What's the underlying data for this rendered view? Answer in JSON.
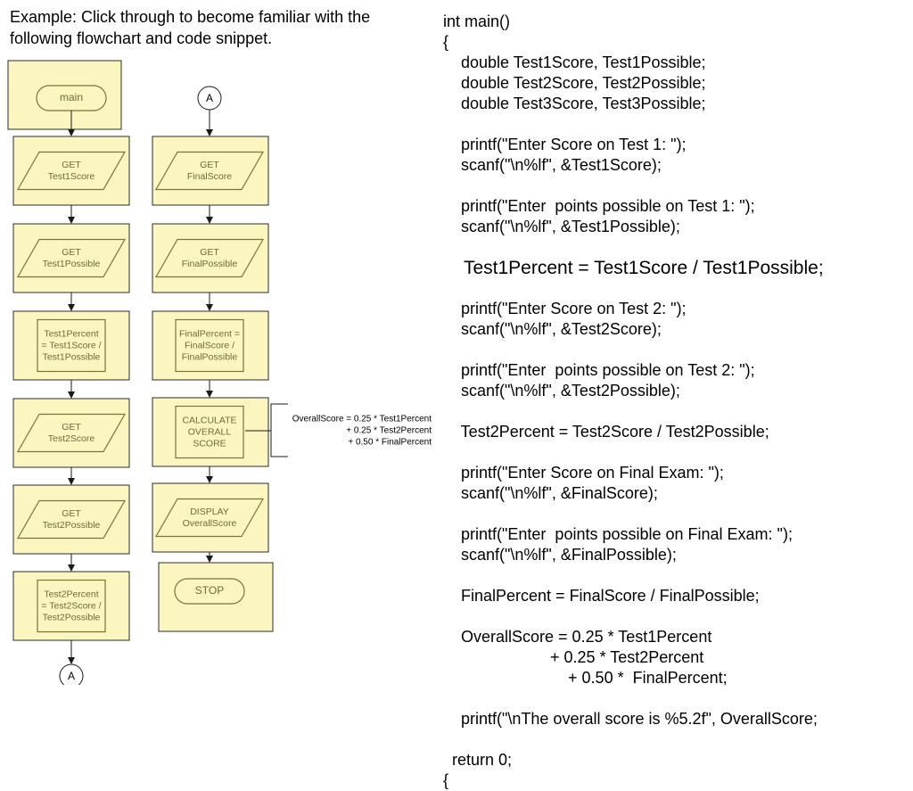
{
  "intro": "Example: Click through to become familiar with the following flowchart and code snippet.",
  "colors": {
    "box_fill": "#fbf6c0",
    "box_stroke": "#2b2b2b",
    "shape_stroke": "#7a7438",
    "text": "#6f6a3a"
  },
  "flowchart": {
    "left_column": {
      "start_label": "main",
      "steps": [
        {
          "kind": "io",
          "lines": [
            "GET",
            "Test1Score"
          ]
        },
        {
          "kind": "io",
          "lines": [
            "GET",
            "Test1Possible"
          ]
        },
        {
          "kind": "process",
          "lines": [
            "Test1Percent",
            "= Test1Score /",
            "Test1Possible"
          ]
        },
        {
          "kind": "io",
          "lines": [
            "GET",
            "Test2Score"
          ]
        },
        {
          "kind": "io",
          "lines": [
            "GET",
            "Test2Possible"
          ]
        },
        {
          "kind": "process",
          "lines": [
            "Test2Percent",
            "= Test2Score /",
            "Test2Possible"
          ]
        }
      ],
      "end_connector": "A"
    },
    "right_column": {
      "start_connector": "A",
      "steps": [
        {
          "kind": "io",
          "lines": [
            "GET",
            "FinalScore"
          ]
        },
        {
          "kind": "io",
          "lines": [
            "GET",
            "FinalPossible"
          ]
        },
        {
          "kind": "process",
          "lines": [
            "FinalPercent =",
            "FinalScore /",
            "FinalPossible"
          ]
        },
        {
          "kind": "process",
          "lines": [
            "CALCULATE",
            "OVERALL",
            "SCORE"
          ]
        },
        {
          "kind": "io",
          "lines": [
            "DISPLAY",
            "OverallScore"
          ]
        }
      ],
      "end_label": "STOP"
    },
    "annotation": [
      "OverallScore = 0.25 * Test1Percent",
      "+ 0.25 * Test2Percent",
      "+ 0.50 *  FinalPercent"
    ]
  },
  "code": {
    "lines": [
      "int main()",
      "{",
      "    double Test1Score, Test1Possible;",
      "    double Test2Score, Test2Possible;",
      "    double Test3Score, Test3Possible;",
      "",
      "    printf(\"Enter Score on Test 1: \");",
      "    scanf(\"\\n%lf\", &Test1Score);",
      "",
      "    printf(\"Enter  points possible on Test 1: \");",
      "    scanf(\"\\n%lf\", &Test1Possible);",
      "",
      "    Test1Percent = Test1Score / Test1Possible;",
      "",
      "    printf(\"Enter Score on Test 2: \");",
      "    scanf(\"\\n%lf\", &Test2Score);",
      "",
      "    printf(\"Enter  points possible on Test 2: \");",
      "    scanf(\"\\n%lf\", &Test2Possible);",
      "",
      "    Test2Percent = Test2Score / Test2Possible;",
      "",
      "    printf(\"Enter Score on Final Exam: \");",
      "    scanf(\"\\n%lf\", &FinalScore);",
      "",
      "    printf(\"Enter  points possible on Final Exam: \");",
      "    scanf(\"\\n%lf\", &FinalPossible);",
      "",
      "    FinalPercent = FinalScore / FinalPossible;",
      "",
      "    OverallScore = 0.25 * Test1Percent",
      "                        + 0.25 * Test2Percent",
      "                            + 0.50 *  FinalPercent;",
      "",
      "    printf(\"\\nThe overall score is %5.2f\", OverallScore;",
      "",
      "  return 0;",
      "{"
    ]
  }
}
